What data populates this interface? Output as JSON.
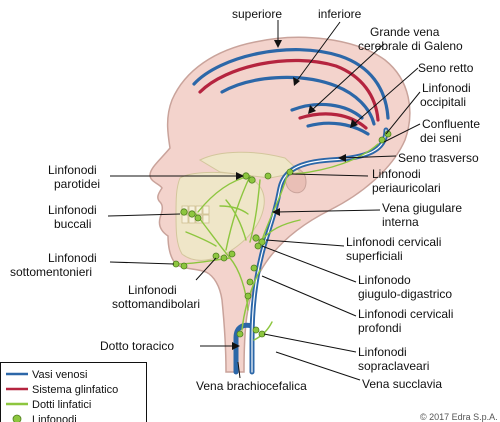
{
  "labels": {
    "superiore": "superiore",
    "inferiore": "inferiore",
    "grande_vena_1": "Grande vena",
    "grande_vena_2": "cerebrale di Galeno",
    "seno_retto": "Seno retto",
    "occipitali_1": "Linfonodi",
    "occipitali_2": "occipitali",
    "confluente_1": "Confluente",
    "confluente_2": "dei seni",
    "seno_trasverso": "Seno trasverso",
    "periauricolari_1": "Linfonodi",
    "periauricolari_2": "periauricolari",
    "giugulare_1": "Vena giugulare",
    "giugulare_2": "interna",
    "cervicali_sup_1": "Linfonodi cervicali",
    "cervicali_sup_2": "superficiali",
    "digastrico_1": "Linfonodo",
    "digastrico_2": "giugulo-digastrico",
    "cervicali_prof_1": "Linfonodi cervicali",
    "cervicali_prof_2": "profondi",
    "sopraclaveari_1": "Linfonodi",
    "sopraclaveari_2": "sopraclaveari",
    "succlavia": "Vena succlavia",
    "brachiocefalica": "Vena brachiocefalica",
    "dotto_toracico": "Dotto toracico",
    "parotidei_1": "Linfonodi",
    "parotidei_2": "parotidei",
    "buccali_1": "Linfonodi",
    "buccali_2": "buccali",
    "sottomentonieri_1": "Linfonodi",
    "sottomentonieri_2": "sottomentonieri",
    "sottomandibolari_1": "Linfonodi",
    "sottomandibolari_2": "sottomandibolari",
    "copyright": "© 2017 Edra S.p.A."
  },
  "legend": {
    "items": [
      {
        "label": "Vasi venosi",
        "color": "#2c67a8",
        "kind": "line"
      },
      {
        "label": "Sistema glinfatico",
        "color": "#b5243f",
        "kind": "line"
      },
      {
        "label": "Dotti linfatici",
        "color": "#8dc63f",
        "kind": "line"
      },
      {
        "label": "Linfonodi",
        "color": "#8dc63f",
        "kind": "dot"
      }
    ]
  },
  "colors": {
    "venous": "#2c67a8",
    "glymphatic": "#b5243f",
    "lymph": "#8dc63f",
    "lymph_node": "#6aa431",
    "skin": "#f3d3cc",
    "bone": "#efe6c8"
  }
}
